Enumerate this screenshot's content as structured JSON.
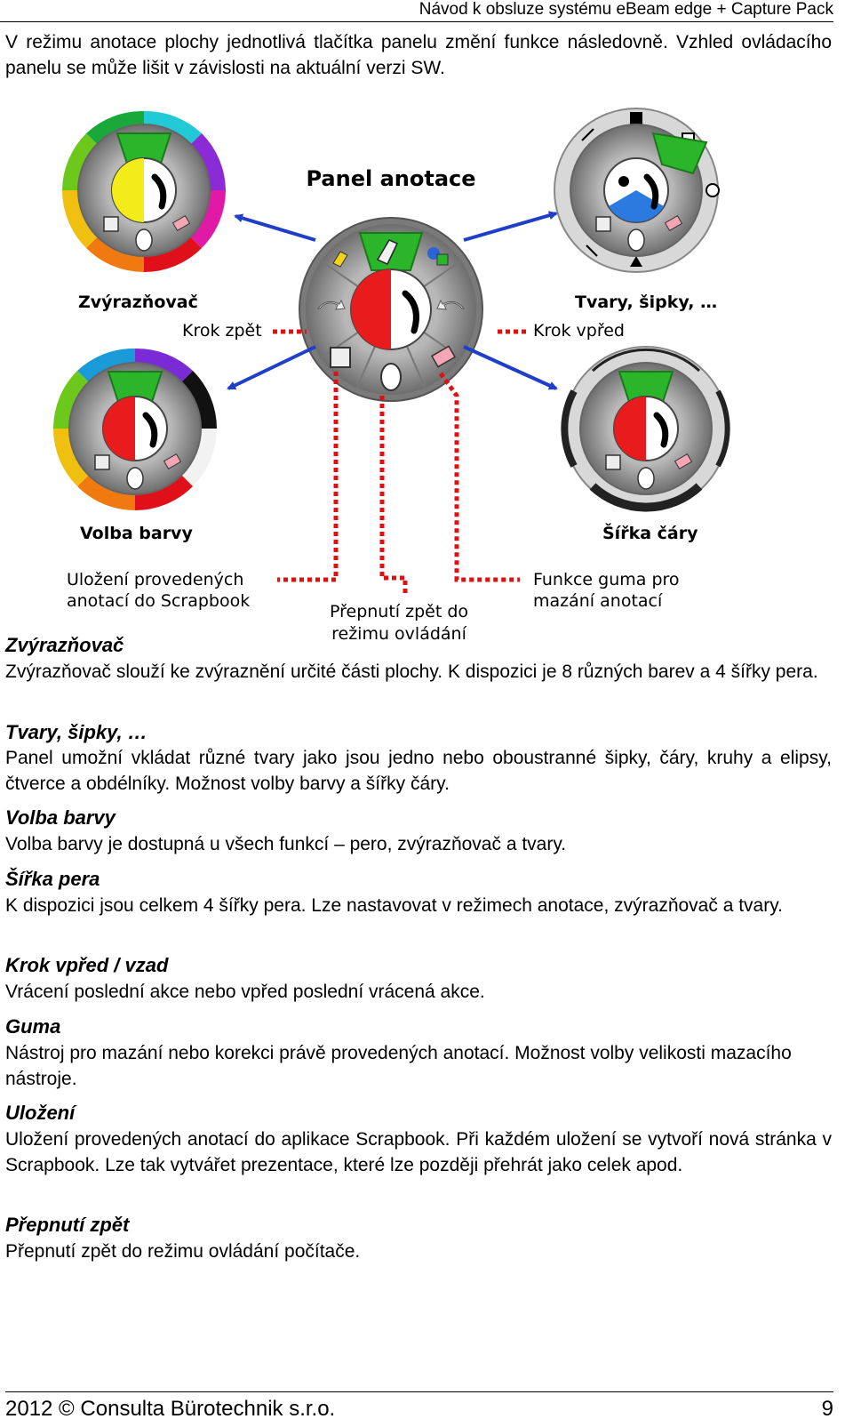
{
  "header": {
    "title": "Návod k obsluze systému eBeam edge + Capture Pack"
  },
  "intro": "V režimu anotace plochy jednotlivá tlačítka panelu změní funkce následovně. Vzhled ovládacího panelu se může lišit v závislosti na aktuální verzi SW.",
  "figure": {
    "title": "Panel anotace",
    "labels": {
      "highlighter": "Zvýrazňovač",
      "shapes": "Tvary, šipky, …",
      "undo": "Krok zpět",
      "redo": "Krok vpřed",
      "color": "Volba barvy",
      "width": "Šířka čáry",
      "save_line1": "Uložení provedených",
      "save_line2": "anotací do Scrapbook",
      "switch_line1": "Přepnutí zpět do",
      "switch_line2": "režimu ovládání",
      "eraser_line1": "Funkce guma pro",
      "eraser_line2": "mazání anotací"
    },
    "colors": {
      "arrow": "#1f3fc8",
      "leader": "#e01010",
      "active": "#2ab52a",
      "primary": "#e81c1c"
    }
  },
  "sections": [
    {
      "heading": "Zvýrazňovač",
      "body": "Zvýrazňovač slouží ke zvýraznění určité části plochy. K dispozici je 8 různých barev a 4 šířky pera."
    },
    {
      "heading": "Tvary, šipky, …",
      "body": "Panel umožní vkládat různé tvary jako jsou jedno nebo oboustranné šipky, čáry, kruhy a elipsy, čtverce a obdélníky. Možnost volby barvy a šířky čáry."
    },
    {
      "heading": "Volba barvy",
      "body": "Volba barvy je dostupná u všech funkcí – pero, zvýrazňovač a tvary."
    },
    {
      "heading": "Šířka pera",
      "body": "K dispozici jsou celkem 4 šířky pera. Lze nastavovat v režimech anotace, zvýrazňovač a tvary."
    },
    {
      "heading": "Krok vpřed / vzad",
      "body": "Vrácení poslední akce nebo vpřed poslední vrácená akce."
    },
    {
      "heading": "Guma",
      "body": "Nástroj pro mazání nebo korekci právě provedených anotací. Možnost volby velikosti mazacího nástroje."
    },
    {
      "heading": "Uložení",
      "body": "Uložení provedených anotací do aplikace Scrapbook. Při každém uložení se vytvoří nová stránka v Scrapbook. Lze tak vytvářet prezentace, které lze později přehrát jako celek apod."
    },
    {
      "heading": "Přepnutí zpět",
      "body": "Přepnutí zpět do režimu ovládání počítače."
    }
  ],
  "footer": {
    "left": "2012 © Consulta Bürotechnik s.r.o.",
    "page": "9"
  }
}
